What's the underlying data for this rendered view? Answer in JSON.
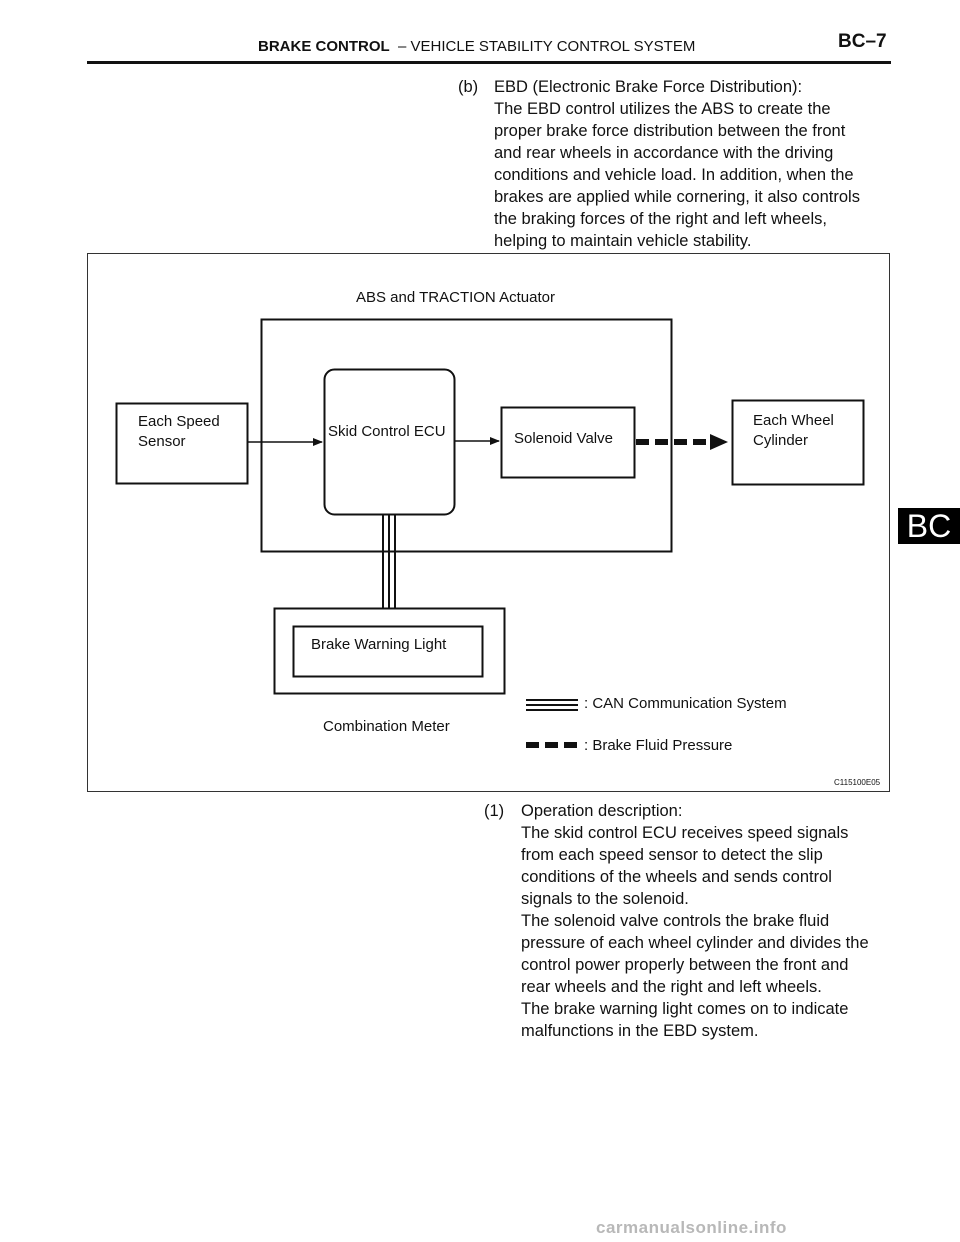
{
  "header": {
    "section_bold": "BRAKE CONTROL",
    "section_rest": "–  VEHICLE STABILITY CONTROL SYSTEM",
    "page_number": "BC–7"
  },
  "side_tab": "BC",
  "para_b": {
    "label": "(b)",
    "lines": [
      "EBD (Electronic Brake Force Distribution):",
      "The EBD control utilizes the ABS to create the",
      "proper brake force distribution between the front",
      "and rear wheels in accordance with the driving",
      "conditions and vehicle load. In addition, when the",
      "brakes are applied while cornering, it also controls",
      "the braking forces of the right and left wheels,",
      "helping to maintain vehicle stability."
    ]
  },
  "diagram": {
    "actuator_title": "ABS and TRACTION Actuator",
    "speed_sensor": [
      "Each Speed",
      "Sensor"
    ],
    "ecu": "Skid Control ECU",
    "solenoid": "Solenoid Valve",
    "wheel_cylinder": [
      "Each Wheel",
      "Cylinder"
    ],
    "warning_light": "Brake Warning Light",
    "meter": "Combination Meter",
    "legend": [
      {
        "symbol": "double-line",
        "text": ":  CAN Communication System"
      },
      {
        "symbol": "dashed-thick",
        "text": ":  Brake Fluid Pressure"
      }
    ],
    "figure_id": "C115100E05"
  },
  "para_1": {
    "label": "(1)",
    "lines": [
      "Operation description:",
      "The skid control ECU receives speed signals",
      "from each speed sensor to detect the slip",
      "conditions of the wheels and sends control",
      "signals to the solenoid.",
      "The solenoid valve controls the brake fluid",
      "pressure of each wheel cylinder and divides the",
      "control power properly between the front and",
      "rear wheels and the right and left wheels.",
      "The brake warning light comes on to indicate",
      "malfunctions in the EBD system."
    ]
  },
  "watermark": "carmanualsonline.info"
}
